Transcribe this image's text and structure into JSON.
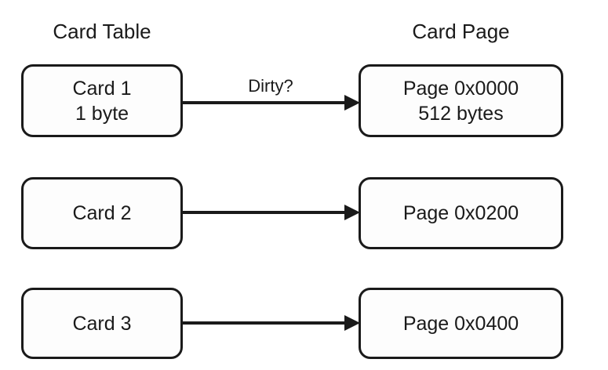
{
  "diagram": {
    "title_columns": {
      "left": "Card Table",
      "right": "Card Page"
    },
    "colors": {
      "background": "#ffffff",
      "box_fill": "#fdfdfd",
      "stroke": "#1a1a1a",
      "text": "#1a1a1a"
    },
    "rows": [
      {
        "left_node": {
          "line1": "Card 1",
          "line2": "1 byte"
        },
        "edge_label": "Dirty?",
        "right_node": {
          "line1": "Page 0x0000",
          "line2": "512 bytes"
        }
      },
      {
        "left_node": {
          "line1": "Card 2",
          "line2": ""
        },
        "edge_label": "",
        "right_node": {
          "line1": "Page 0x0200",
          "line2": ""
        }
      },
      {
        "left_node": {
          "line1": "Card 3",
          "line2": ""
        },
        "edge_label": "",
        "right_node": {
          "line1": "Page 0x0400",
          "line2": ""
        }
      }
    ]
  }
}
